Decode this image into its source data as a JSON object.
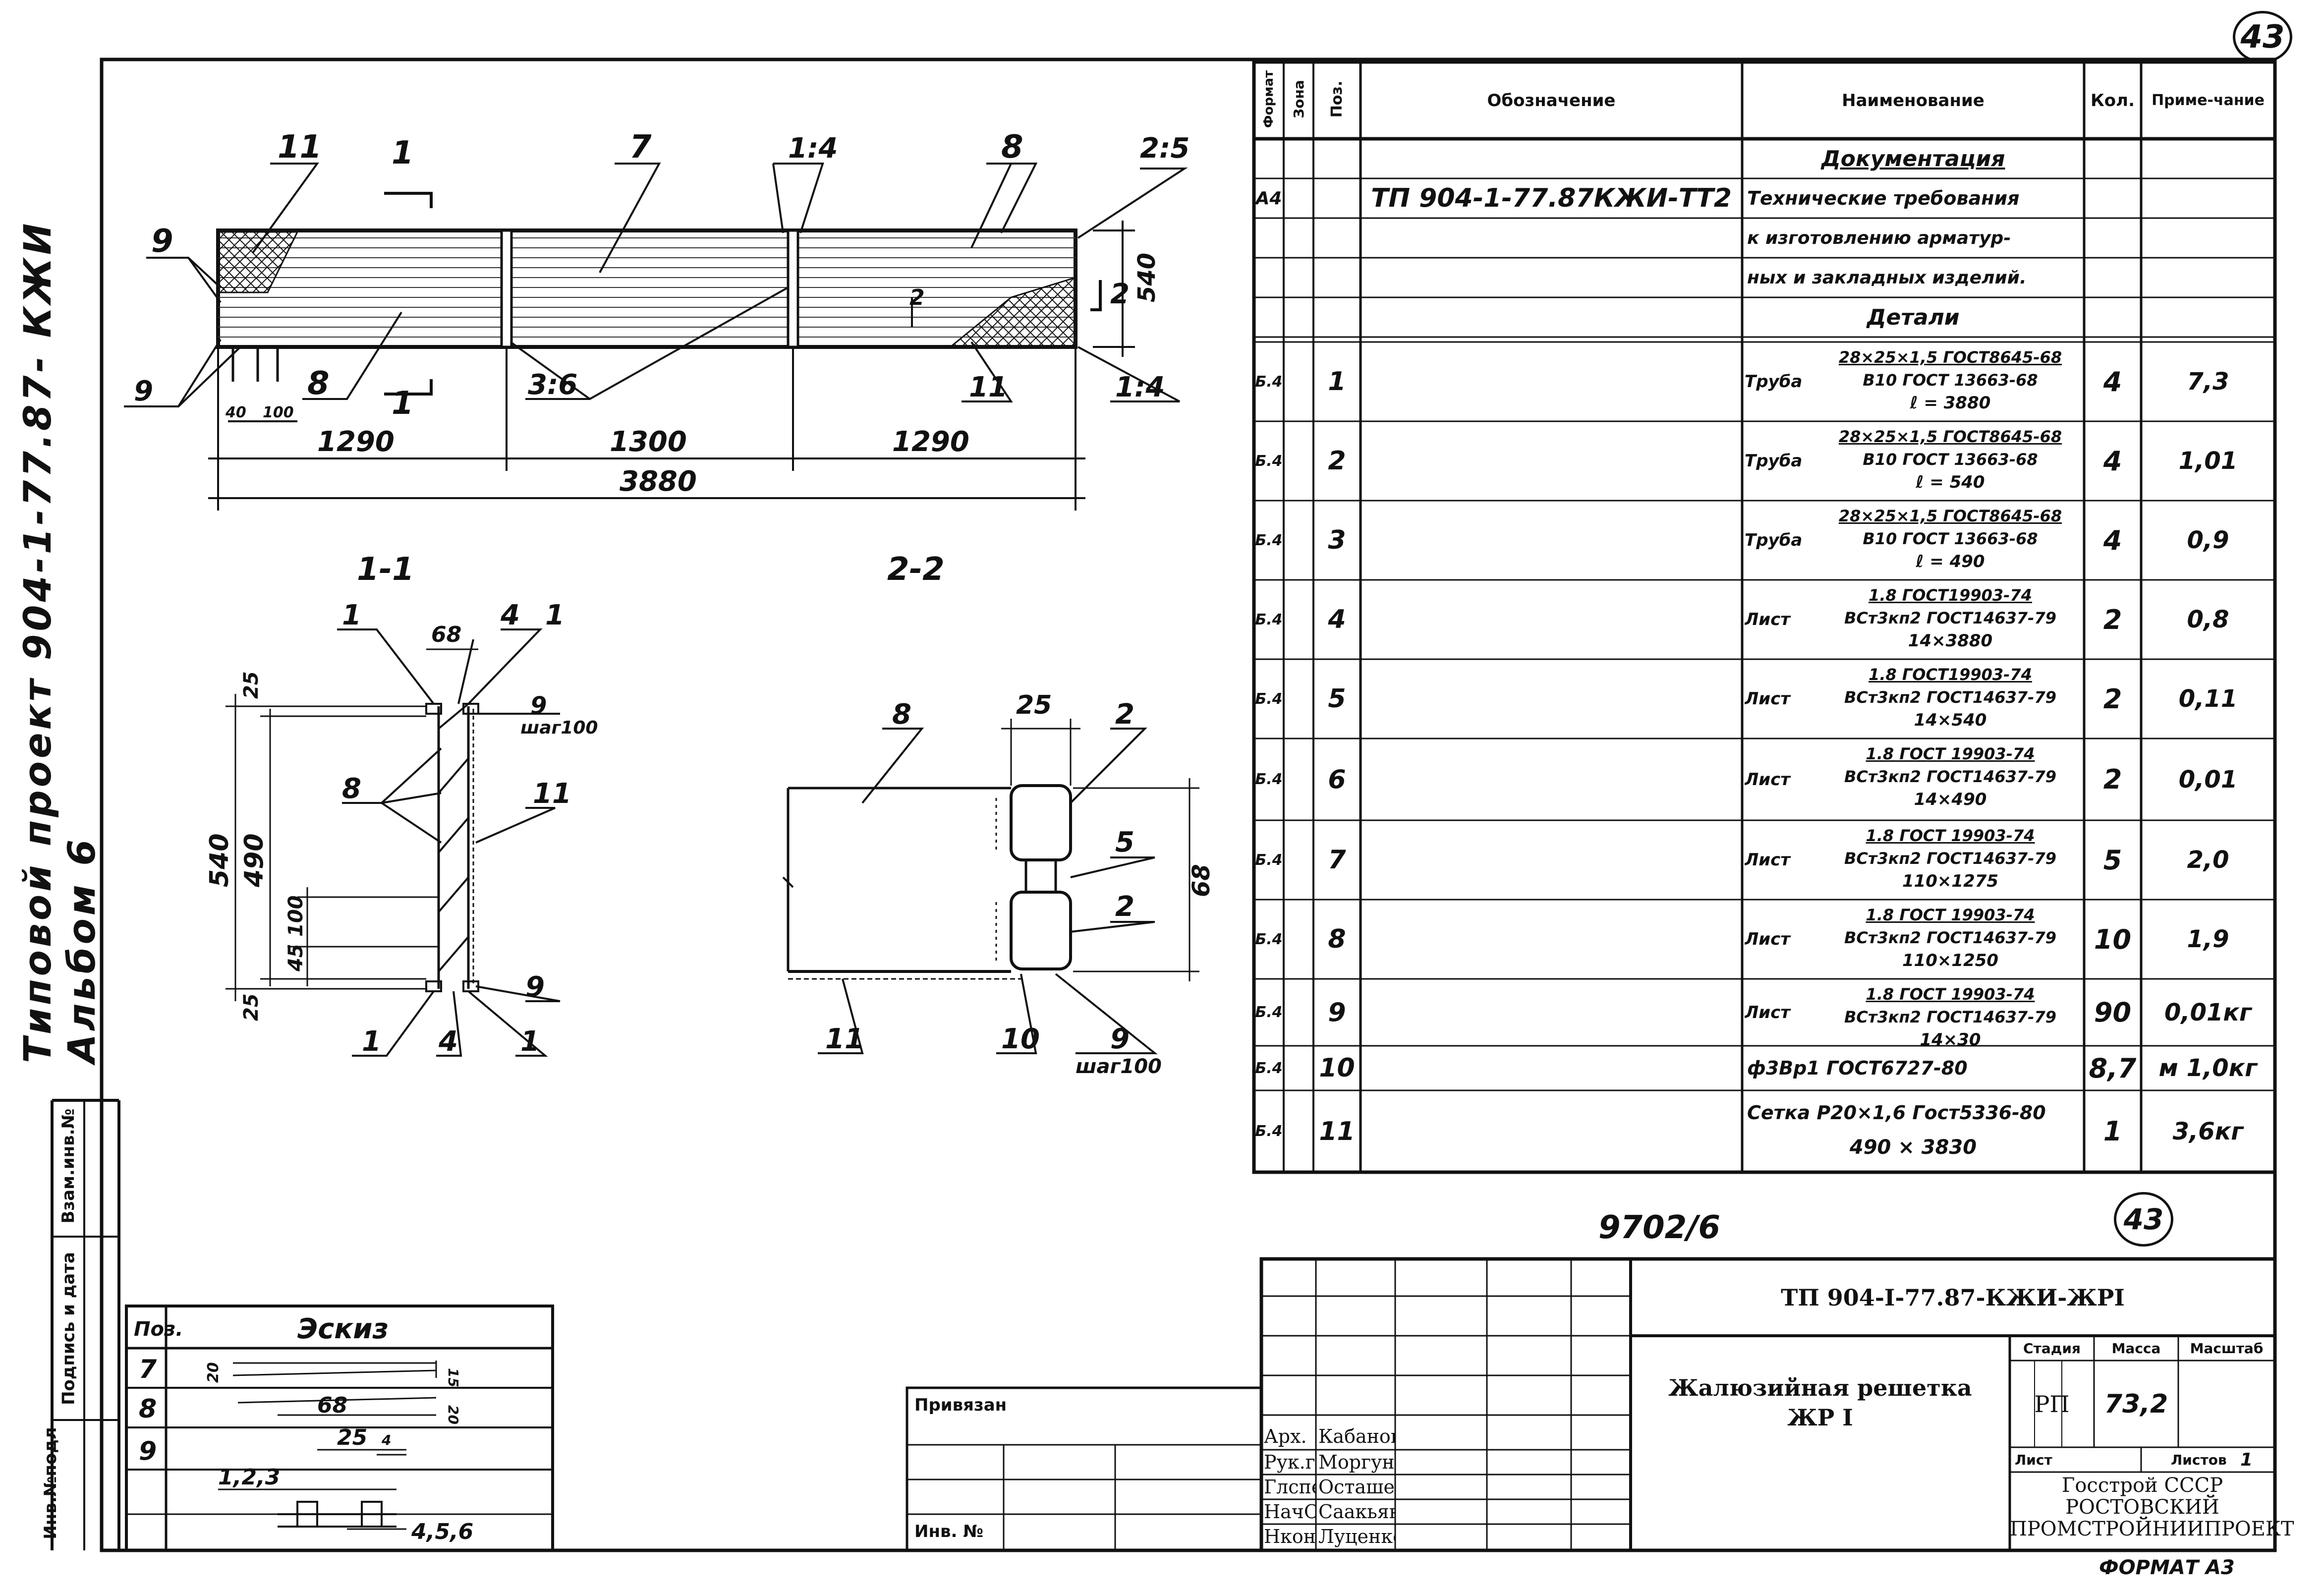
{
  "sheet": {
    "sheet_number_circled": "43",
    "vertical_title": "Типовой  проект  904-1-77.87- КЖИ  Альбом 6",
    "drawing_number": "9702/6",
    "format": "ФОРМАТ А3"
  },
  "plan": {
    "leaders": [
      "11",
      "1",
      "7",
      "1:4",
      "8",
      "2:5",
      "9",
      "2",
      "9",
      "8",
      "1",
      "3:6",
      "11",
      "1:4",
      "2"
    ],
    "dims": [
      "540",
      "1290",
      "1300",
      "1290",
      "3880",
      "40",
      "100"
    ],
    "section_labels": [
      "1-1",
      "2-2"
    ]
  },
  "section_1_1": {
    "labels": [
      "1",
      "68",
      "4",
      "1",
      "25",
      "9",
      "шаг100",
      "8",
      "11",
      "540",
      "490",
      "45",
      "100",
      "25",
      "9",
      "1",
      "4",
      "1"
    ]
  },
  "section_2_2": {
    "labels": [
      "25",
      "8",
      "2",
      "5",
      "2",
      "68",
      "11",
      "10",
      "9",
      "шаг100"
    ]
  },
  "spec_table": {
    "headers": {
      "format": "Формат",
      "zone": "Зона",
      "pos": "Поз.",
      "designation": "Обозначение",
      "name": "Наименование",
      "qty": "Кол.",
      "note": "Приме-чание"
    },
    "section_docs": "Документация",
    "doc_row": {
      "format": "А4",
      "designation": "ТП 904-1-77.87КЖИ-ТТ2",
      "name_lines": [
        "Технические требования",
        "к изготовлению арматур-",
        "ных и закладных изделий."
      ]
    },
    "section_details": "Детали",
    "rows": [
      {
        "format": "Б.4",
        "pos": "1",
        "prefix": "Труба",
        "top": "28×25×1,5 ГОСТ8645-68",
        "bottom": "В10 ГОСТ 13663-68",
        "extra": "ℓ = 3880",
        "qty": "4",
        "note": "7,3"
      },
      {
        "format": "Б.4",
        "pos": "2",
        "prefix": "Труба",
        "top": "28×25×1,5 ГОСТ8645-68",
        "bottom": "В10 ГОСТ 13663-68",
        "extra": "ℓ = 540",
        "qty": "4",
        "note": "1,01"
      },
      {
        "format": "Б.4",
        "pos": "3",
        "prefix": "Труба",
        "top": "28×25×1,5 ГОСТ8645-68",
        "bottom": "В10 ГОСТ 13663-68",
        "extra": "ℓ = 490",
        "qty": "4",
        "note": "0,9"
      },
      {
        "format": "Б.4",
        "pos": "4",
        "prefix": "Лист",
        "top": "1.8 ГОСТ19903-74",
        "bottom": "ВСт3кп2 ГОСТ14637-79",
        "extra": "14×3880",
        "qty": "2",
        "note": "0,8"
      },
      {
        "format": "Б.4",
        "pos": "5",
        "prefix": "Лист",
        "top": "1.8 ГОСТ19903-74",
        "bottom": "ВСт3кп2 ГОСТ14637-79",
        "extra": "14×540",
        "qty": "2",
        "note": "0,11"
      },
      {
        "format": "Б.4",
        "pos": "6",
        "prefix": "Лист",
        "top": "1.8 ГОСТ 19903-74",
        "bottom": "ВСт3кп2 ГОСТ14637-79",
        "extra": "14×490",
        "qty": "2",
        "note": "0,01"
      },
      {
        "format": "Б.4",
        "pos": "7",
        "prefix": "Лист",
        "top": "1.8 ГОСТ 19903-74",
        "bottom": "ВСт3кп2 ГОСТ14637-79",
        "extra": "110×1275",
        "qty": "5",
        "note": "2,0"
      },
      {
        "format": "Б.4",
        "pos": "8",
        "prefix": "Лист",
        "top": "1.8 ГОСТ 19903-74",
        "bottom": "ВСт3кп2 ГОСТ14637-79",
        "extra": "110×1250",
        "qty": "10",
        "note": "1,9"
      },
      {
        "format": "Б.4",
        "pos": "9",
        "prefix": "Лист",
        "top": "1.8 ГОСТ 19903-74",
        "bottom": "ВСт3кп2 ГОСТ14637-79",
        "extra": "14×30",
        "qty": "90",
        "note": "0,01кг"
      },
      {
        "format": "Б.4",
        "pos": "10",
        "single": "ф3Вр1  ГОСТ6727-80",
        "qty": "8,7",
        "note": "м  1,0кг"
      },
      {
        "format": "Б.4",
        "pos": "11",
        "single": "Сетка Р20×1,6 Гост5336-80",
        "extra": "490 × 3830",
        "qty": "1",
        "note": "3,6кг"
      }
    ]
  },
  "sketch": {
    "col_pos": "Поз.",
    "title": "Эскиз",
    "rows": [
      "7",
      "8",
      "9"
    ],
    "dims": [
      "20",
      "15",
      "68",
      "20",
      "25",
      "4",
      "1,2,3",
      "4,5,6"
    ]
  },
  "side_stamp": [
    "Взам.инв.№",
    "Подпись и дата",
    "Инв.№подл"
  ],
  "binding": {
    "privyazan": "Привязан",
    "inv": "Инв. №"
  },
  "title_block": {
    "code": "ТП 904-I-77.87-КЖИ-ЖРI",
    "name_line1": "Жалюзийная решетка",
    "name_line2": "ЖР I",
    "stage_label": "Стадия",
    "mass_label": "Масса",
    "scale_label": "Масштаб",
    "stage": "РП",
    "mass": "73,2",
    "sheet_label": "Лист",
    "sheets_label": "Листов",
    "sheets": "1",
    "org": [
      "Госстрой СССР",
      "РОСТОВСКИЙ",
      "ПРОМСТРОЙНИИПРОЕКТ"
    ],
    "people": [
      {
        "role": "Арх.",
        "name": "Кабанова"
      },
      {
        "role": "Рук.гр",
        "name": "Моргунов"
      },
      {
        "role": "Глспец",
        "name": "Осташевский"
      },
      {
        "role": "НачОСП",
        "name": "Саакьянц"
      },
      {
        "role": "Нконтр",
        "name": "Луценко"
      }
    ]
  }
}
